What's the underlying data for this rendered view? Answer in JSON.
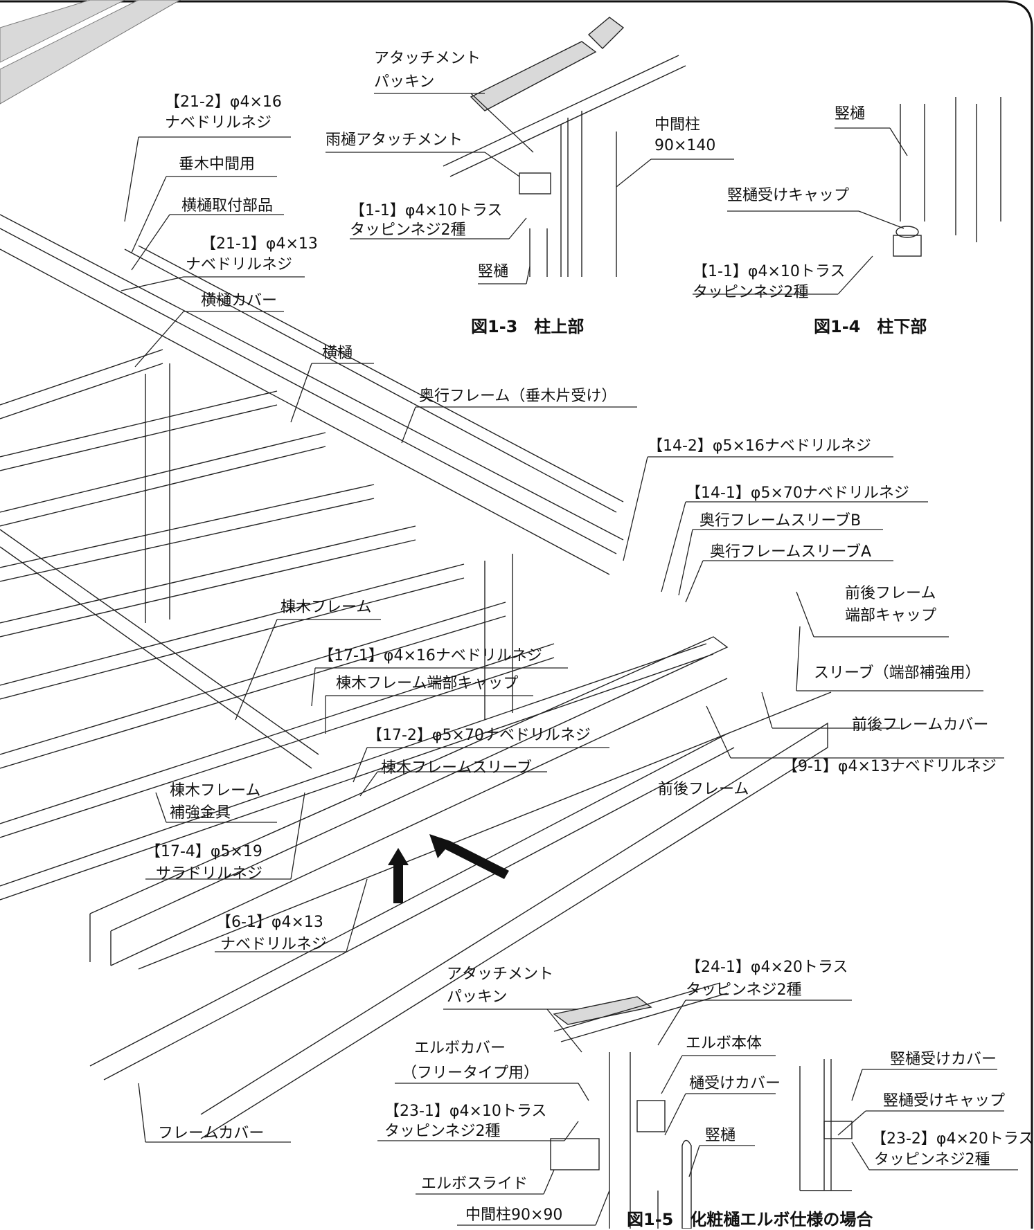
{
  "labels": {
    "attach_packing_top_1": "アタッチメント",
    "attach_packing_top_2": "パッキン",
    "rain_gutter_attachment": "雨樋アタッチメント",
    "screw_1_1_a_1": "【1-1】φ4×10トラス",
    "screw_1_1_a_2": "タッピンネジ2種",
    "downpipe_a": "竪樋",
    "mid_post_1": "中間柱",
    "mid_post_2": "90×140",
    "downpipe_b": "竪樋",
    "downpipe_cap_a": "竪樋受けキャップ",
    "screw_1_1_b_1": "【1-1】φ4×10トラス",
    "screw_1_1_b_2": "タッピンネジ2種",
    "screw_21_2_1": "【21-2】φ4×16",
    "screw_21_2_2": "ナベドリルネジ",
    "rafter_mid": "垂木中間用",
    "gutter_fitting": "横樋取付部品",
    "screw_21_1_1": "【21-1】φ4×13",
    "screw_21_1_2": "ナベドリルネジ",
    "gutter_cover": "横樋カバー",
    "gutter": "横樋",
    "back_frame": "奥行フレーム（垂木片受け）",
    "screw_14_2": "【14-2】φ5×16ナベドリルネジ",
    "screw_14_1": "【14-1】φ5×70ナベドリルネジ",
    "back_sleeve_b": "奥行フレームスリーブB",
    "back_sleeve_a": "奥行フレームスリーブA",
    "fb_end_cap_1": "前後フレーム",
    "fb_end_cap_2": "端部キャップ",
    "sleeve_end": "スリーブ（端部補強用）",
    "fb_frame_cover": "前後フレームカバー",
    "screw_9_1": "【9-1】φ4×13ナベドリルネジ",
    "fb_frame": "前後フレーム",
    "ridge_frame": "棟木フレーム",
    "screw_17_1": "【17-1】φ4×16ナベドリルネジ",
    "ridge_end_cap": "棟木フレーム端部キャップ",
    "screw_17_2": "【17-2】φ5×70ナベドリルネジ",
    "ridge_sleeve": "棟木フレームスリーブ",
    "ridge_bracket_1": "棟木フレーム",
    "ridge_bracket_2": "補強金具",
    "screw_17_4_1": "【17-4】φ5×19",
    "screw_17_4_2": "サラドリルネジ",
    "screw_6_1_1": "【6-1】φ4×13",
    "screw_6_1_2": "ナベドリルネジ",
    "frame_cover": "フレームカバー",
    "attach_packing_bot_1": "アタッチメント",
    "attach_packing_bot_2": "パッキン",
    "elbow_cover_1": "エルボカバー",
    "elbow_cover_2": "（フリータイプ用）",
    "screw_23_1_1": "【23-1】φ4×10トラス",
    "screw_23_1_2": "タッピンネジ2種",
    "elbow_slide": "エルボスライド",
    "mid_post_90": "中間柱90×90",
    "screw_24_1_1": "【24-1】φ4×20トラス",
    "screw_24_1_2": "タッピンネジ2種",
    "elbow_body": "エルボ本体",
    "gutter_recv_cover": "樋受けカバー",
    "downpipe_c": "竪樋",
    "downpipe_recv_cover": "竪樋受けカバー",
    "downpipe_cap_b": "竪樋受けキャップ",
    "screw_23_2_1": "【23-2】φ4×20トラス",
    "screw_23_2_2": "タッピンネジ2種"
  },
  "captions": {
    "fig_1_3": "図1-3　柱上部",
    "fig_1_4": "図1-4　柱下部",
    "fig_1_5": "図1-5　化粧樋エルボ仕様の場合"
  }
}
